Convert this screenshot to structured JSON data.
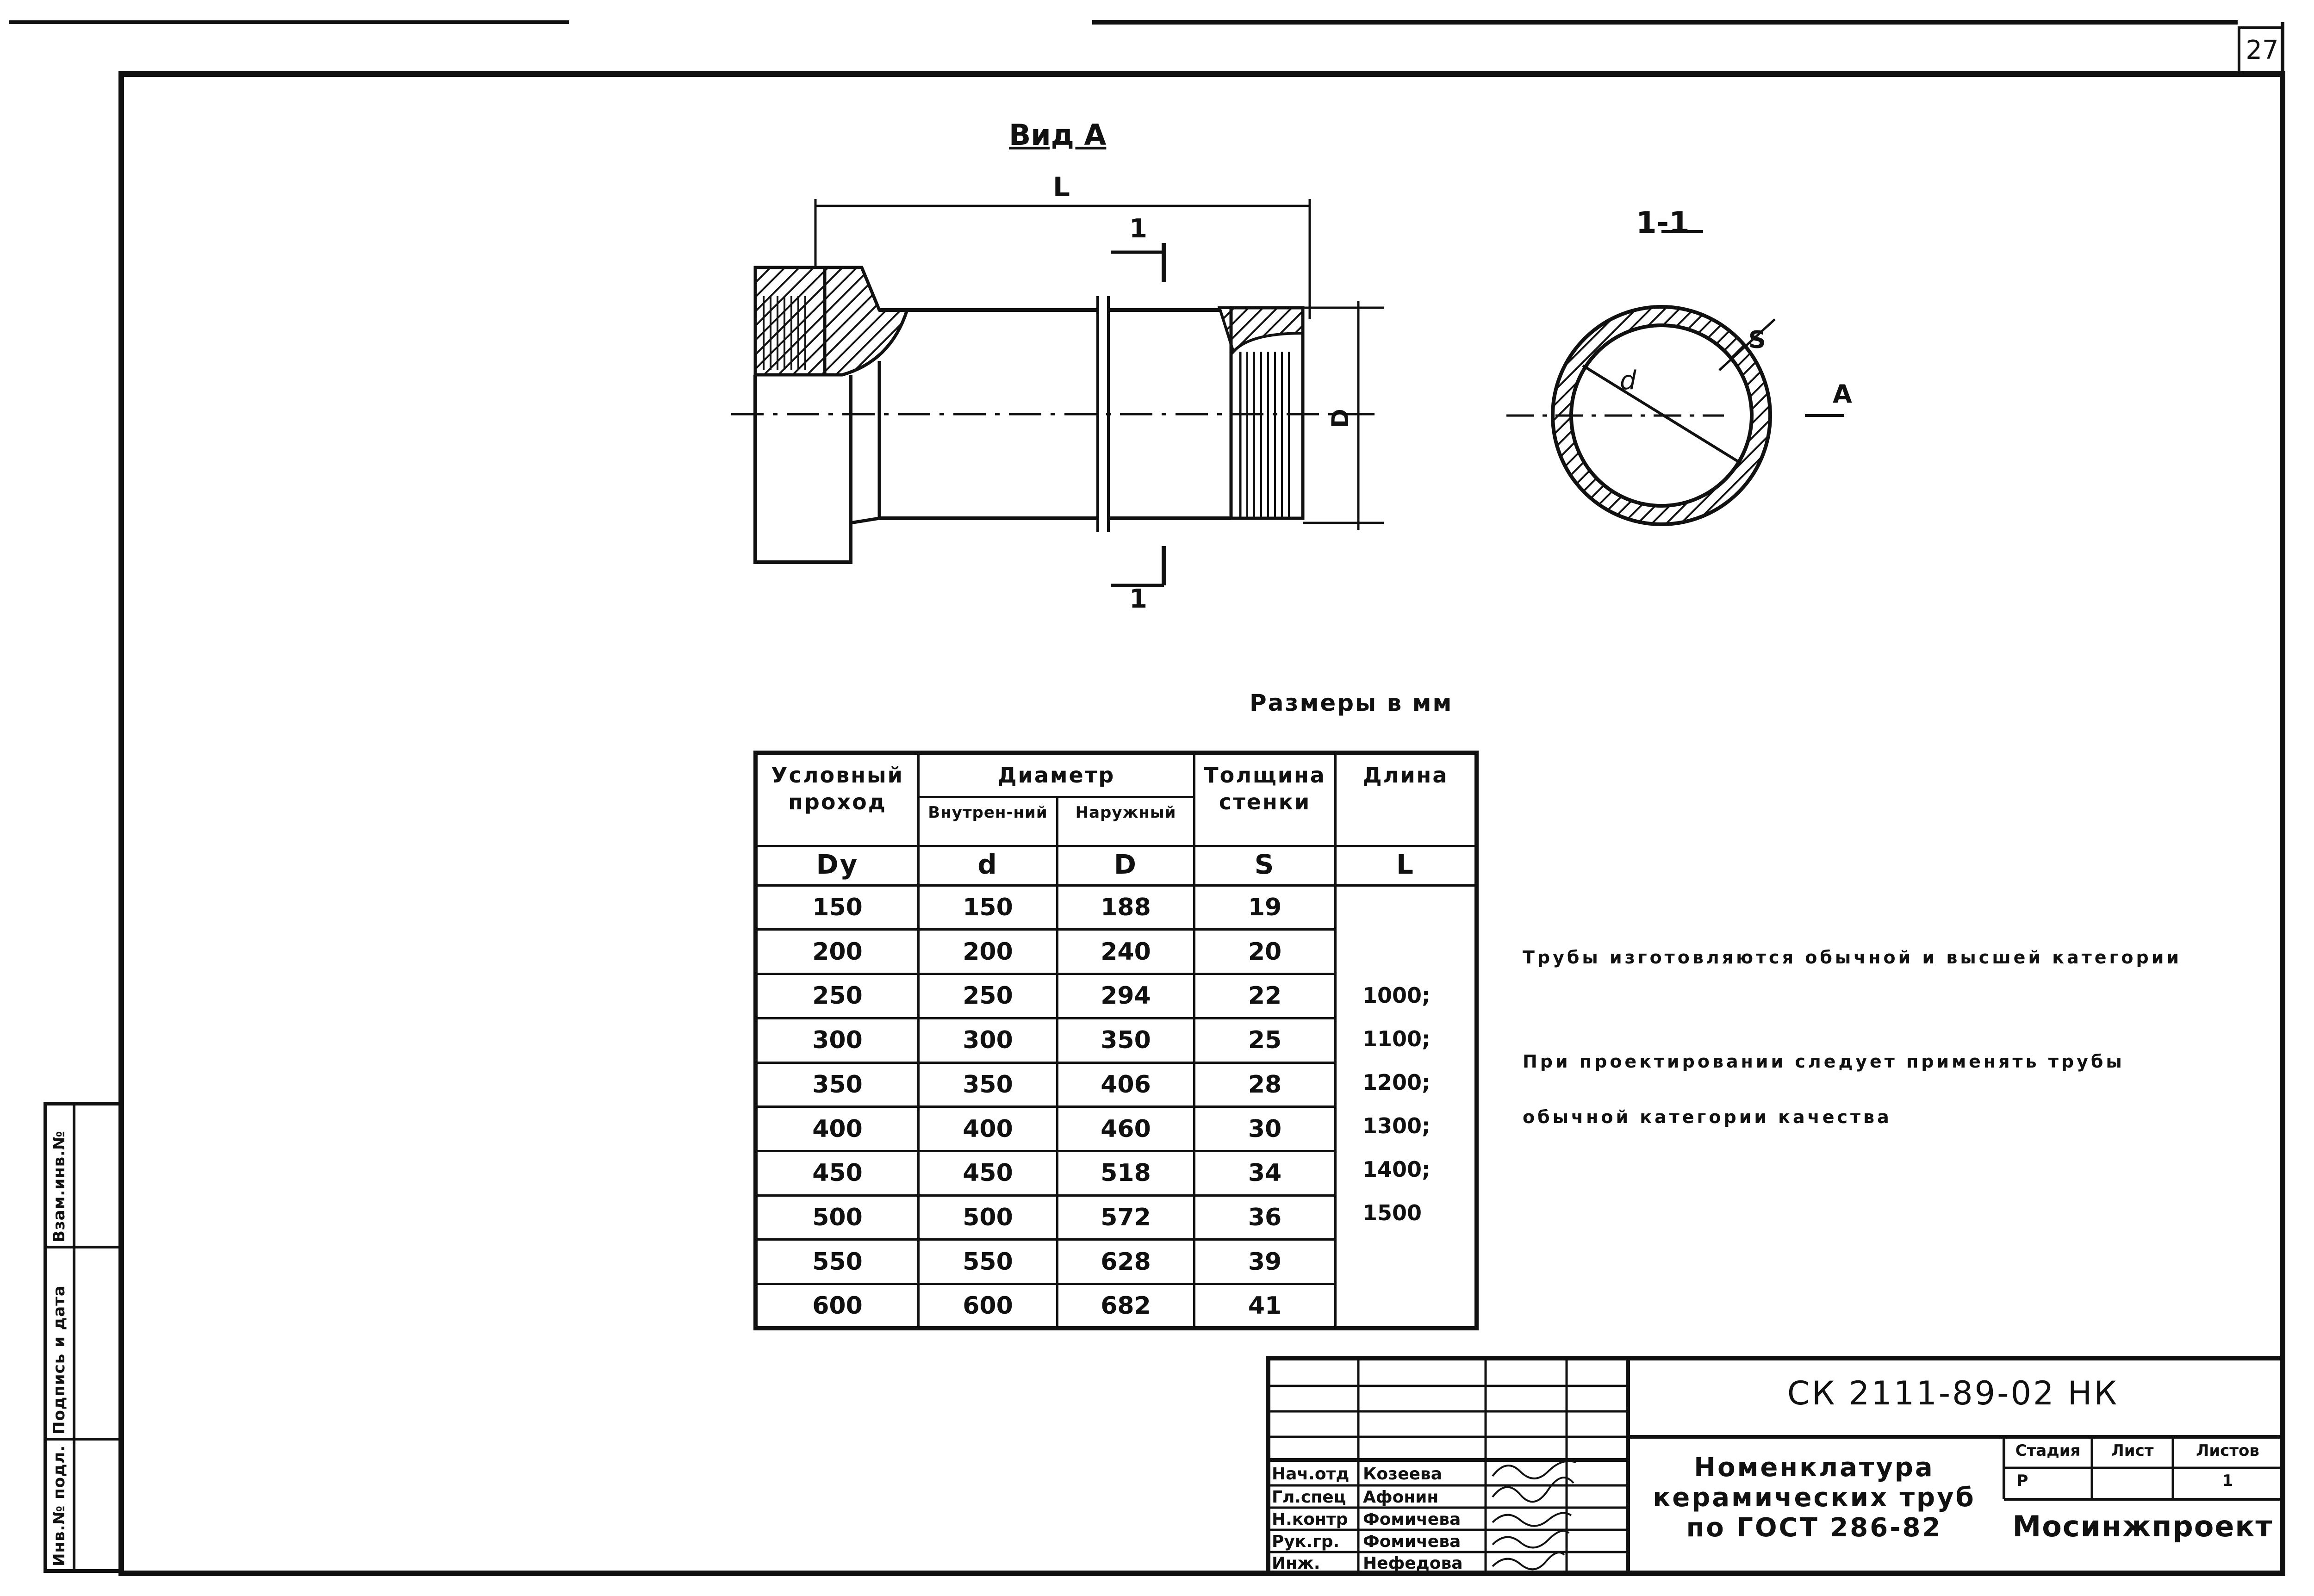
{
  "page_number": "27",
  "drawing": {
    "view_label": "Вид А",
    "length_label": "L",
    "section_mark": "1",
    "diameter_label": "D",
    "section_title": "1-1",
    "inner_d_label": "d",
    "wall_label": "S",
    "arrow_label": "A"
  },
  "dimensions_note": "Размеры в мм",
  "table": {
    "headers": {
      "nominal": "Условный проход",
      "nominal_symbol": "Dy",
      "diameter": "Диаметр",
      "inner": "Внутрен-ний",
      "inner_symbol": "d",
      "outer": "Наружный",
      "outer_symbol": "D",
      "wall": "Толщина стенки",
      "wall_symbol": "S",
      "length": "Длина",
      "length_symbol": "L"
    },
    "rows": [
      {
        "dy": "150",
        "d": "150",
        "D": "188",
        "s": "19"
      },
      {
        "dy": "200",
        "d": "200",
        "D": "240",
        "s": "20"
      },
      {
        "dy": "250",
        "d": "250",
        "D": "294",
        "s": "22"
      },
      {
        "dy": "300",
        "d": "300",
        "D": "350",
        "s": "25"
      },
      {
        "dy": "350",
        "d": "350",
        "D": "406",
        "s": "28"
      },
      {
        "dy": "400",
        "d": "400",
        "D": "460",
        "s": "30"
      },
      {
        "dy": "450",
        "d": "450",
        "D": "518",
        "s": "34"
      },
      {
        "dy": "500",
        "d": "500",
        "D": "572",
        "s": "36"
      },
      {
        "dy": "550",
        "d": "550",
        "D": "628",
        "s": "39"
      },
      {
        "dy": "600",
        "d": "600",
        "D": "682",
        "s": "41"
      }
    ],
    "lengths": [
      "1000;",
      "1100;",
      "1200;",
      "1300;",
      "1400;",
      "1500"
    ]
  },
  "notes": [
    "Трубы изготовляются обычной и высшей категории",
    "При проектировании следует применять трубы",
    "обычной категории качества"
  ],
  "title_block": {
    "code": "СК 2111-89-02 НК",
    "title_lines": [
      "Номенклатура",
      "керамических труб",
      "по ГОСТ 286-82"
    ],
    "stage_header": "Стадия",
    "sheet_header": "Лист",
    "sheets_header": "Листов",
    "stage": "Р",
    "sheets": "1",
    "organization": "Мосинжпроект",
    "signatories": [
      {
        "role": "Нач.отд",
        "name": "Козеева"
      },
      {
        "role": "Гл.спец",
        "name": "Афонин"
      },
      {
        "role": "Н.контр",
        "name": "Фомичева"
      },
      {
        "role": "Рук.гр.",
        "name": "Фомичева"
      },
      {
        "role": "Инж.",
        "name": "Нефедова"
      }
    ]
  },
  "side_stamp": [
    "Инв.№ подл.",
    "Подпись и дата",
    "Взам.инв.№"
  ]
}
